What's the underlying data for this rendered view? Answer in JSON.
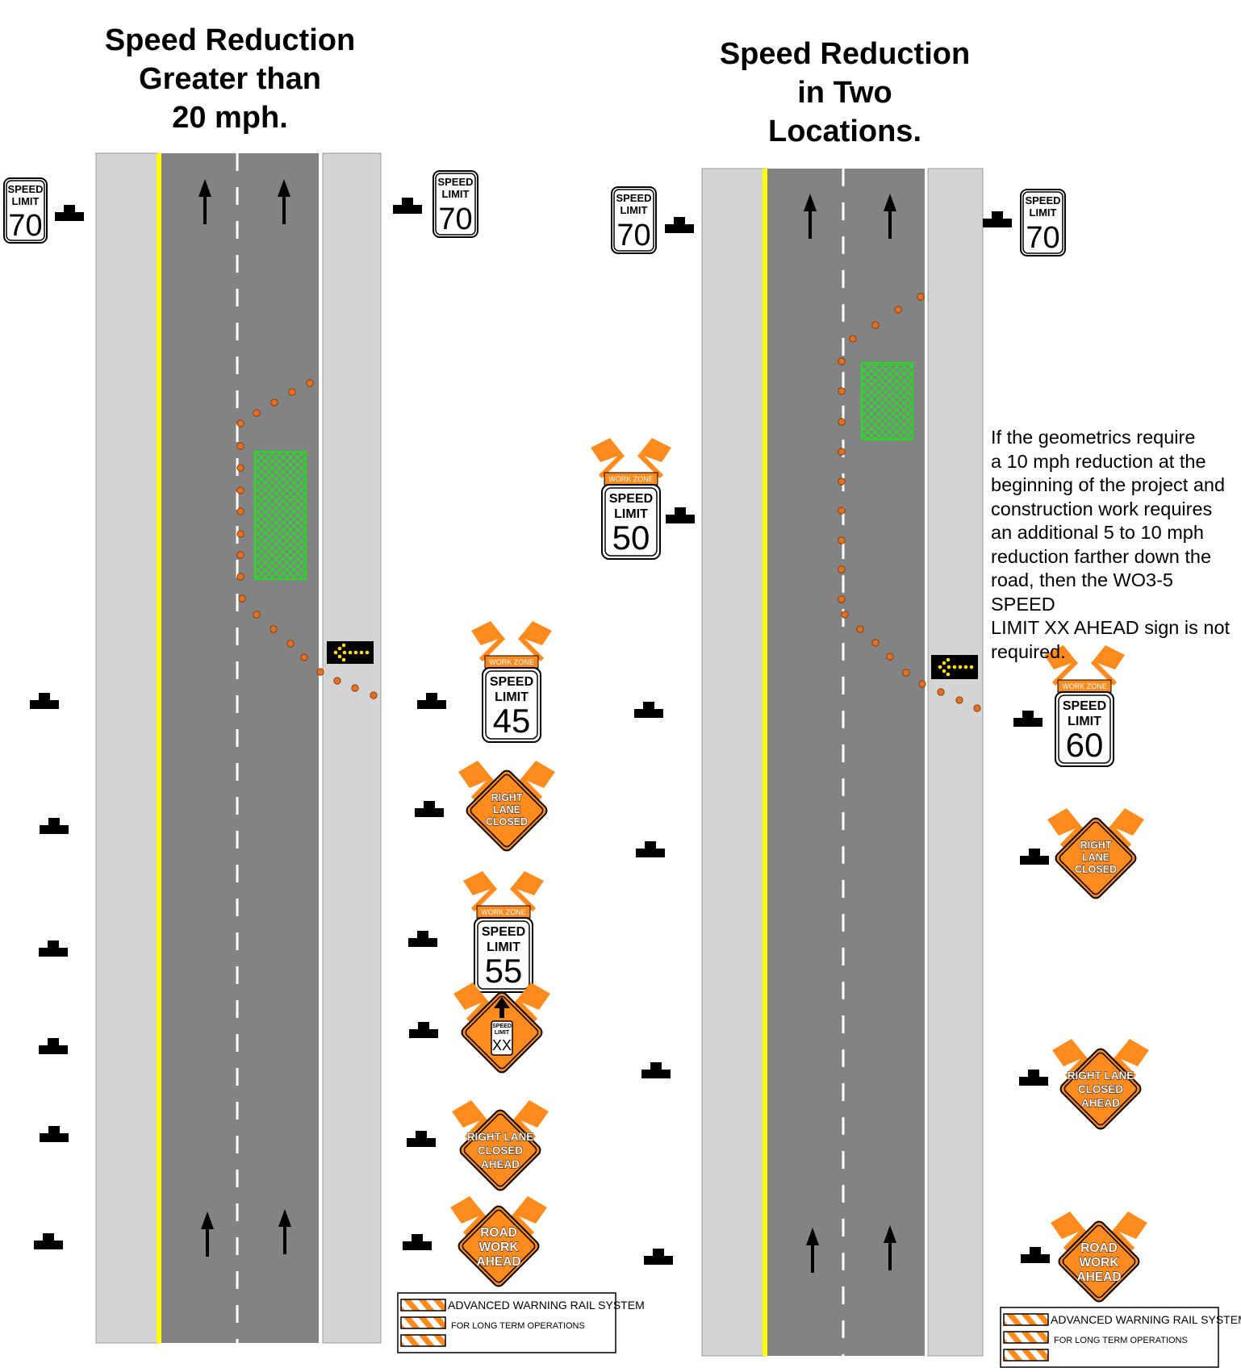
{
  "titles": {
    "left": [
      "Speed Reduction",
      "Greater than",
      "20 mph."
    ],
    "right": [
      "Speed Reduction",
      "in Two",
      "Locations."
    ]
  },
  "note": "If the geometrics require\n a 10 mph reduction at the\nbeginning of the project and\nconstruction work requires\nan additional 5 to 10 mph\nreduction farther down the\nroad, then the WO3-5 SPEED\nLIMIT XX AHEAD sign is not\nrequired.",
  "speed_limit_sign": {
    "line1": "SPEED",
    "line2": "LIMIT"
  },
  "work_zone_plaque": "WORK ZONE",
  "left_scheme": {
    "existing_limit_left": "70",
    "existing_limit_right": "70",
    "work_zone_limit_1": "45",
    "work_zone_limit_2": "55",
    "sign_right_lane_closed": [
      "RIGHT",
      "LANE",
      "CLOSED"
    ],
    "sign_speed_limit_ahead": [
      "SPEED",
      "LIMIT",
      "XX"
    ],
    "sign_right_lane_closed_ahead": [
      "RIGHT LANE",
      "CLOSED",
      "AHEAD"
    ],
    "sign_road_work_ahead": [
      "ROAD",
      "WORK",
      "AHEAD"
    ]
  },
  "right_scheme": {
    "existing_limit_left": "70",
    "existing_limit_right": "70",
    "work_zone_limit_1": "50",
    "work_zone_limit_2": "60",
    "sign_right_lane_closed": [
      "RIGHT",
      "LANE",
      "CLOSED"
    ],
    "sign_right_lane_closed_ahead": [
      "RIGHT LANE",
      "CLOSED",
      "AHEAD"
    ],
    "sign_road_work_ahead": [
      "ROAD",
      "WORK",
      "AHEAD"
    ]
  },
  "legend": {
    "line1": "ADVANCED WARNING RAIL SYSTEM",
    "line2": "FOR LONG TERM OPERATIONS"
  },
  "colors": {
    "shoulder": "#d4d4d4",
    "pavement": "#838383",
    "edge_line": "#ffff00",
    "sign_orange": "#ff8a1e",
    "flag_orange": "#ff8a1e",
    "channelizer": "#e6701f",
    "work_area": "#22dd22",
    "arrow_board_light": "#ffe000"
  },
  "icons": [
    "barricade-icon",
    "lane-arrow-icon",
    "arrow-board-icon",
    "flag-icon",
    "channelizer-drum-icon",
    "work-area-hatch-icon"
  ]
}
